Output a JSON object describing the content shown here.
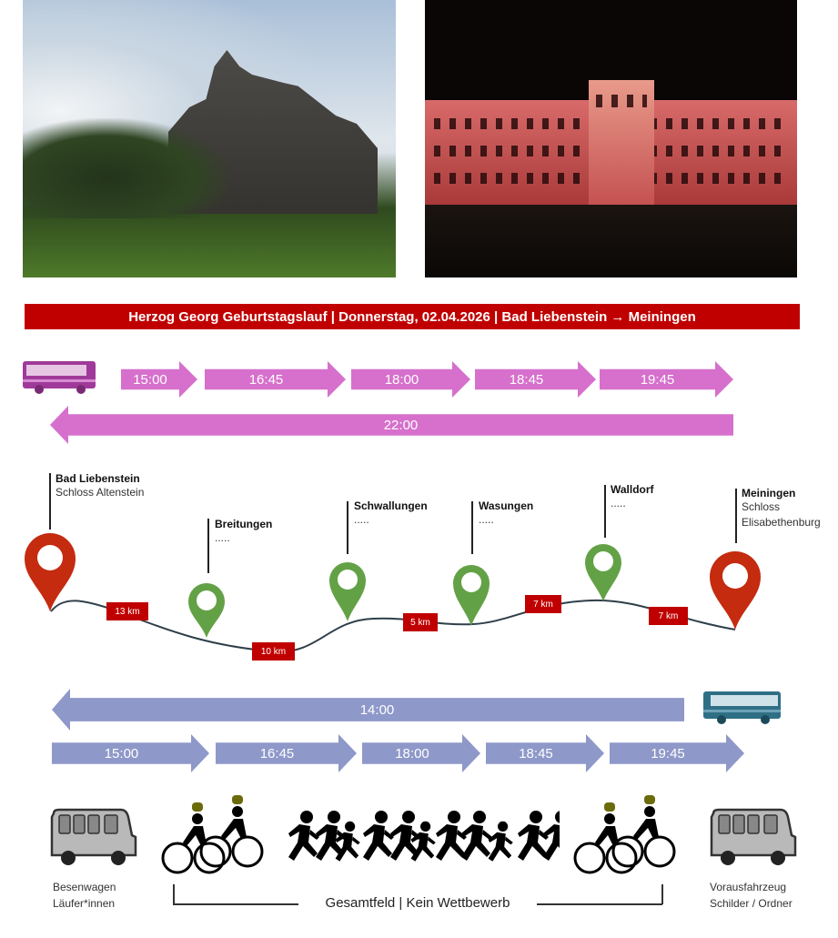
{
  "header": {
    "title": "Herzog Georg Geburtstagslauf | Donnerstag, 02.04.2026 | Bad Liebenstein → Meiningen"
  },
  "colors": {
    "title_bg": "#c00000",
    "pink": "#d670cc",
    "blue": "#8e98c9",
    "red_pin": "#c42b0f",
    "green_pin": "#63a146"
  },
  "bus_schedule_pink": {
    "icon": "bus-icon",
    "outbound": [
      "15:00",
      "16:45",
      "18:00",
      "18:45",
      "19:45"
    ],
    "return": "22:00"
  },
  "route": {
    "stops": [
      {
        "name": "Bad Liebenstein",
        "sub": "Schloss Altenstein",
        "type": "start"
      },
      {
        "name": "Breitungen",
        "sub": ".....",
        "type": "stop"
      },
      {
        "name": "Schwallungen",
        "sub": ".....",
        "type": "stop"
      },
      {
        "name": "Wasungen",
        "sub": ".....",
        "type": "stop"
      },
      {
        "name": "Walldorf",
        "sub": ".....",
        "type": "stop"
      },
      {
        "name": "Meiningen",
        "sub": "Schloss",
        "sub2": "Elisabethenburg",
        "type": "end"
      }
    ],
    "distances": [
      "13 km",
      "10 km",
      "5 km",
      "7 km",
      "7 km"
    ]
  },
  "bus_schedule_blue": {
    "icon": "bus-icon",
    "return": "14:00",
    "outbound": [
      "15:00",
      "16:45",
      "18:00",
      "18:45",
      "19:45"
    ]
  },
  "convoy": {
    "rear_vehicle": {
      "line1": "Besenwagen",
      "line2": "Läufer*innen"
    },
    "lead_vehicle": {
      "line1": "Vorausfahrzeug",
      "line2": "Schilder / Ordner"
    },
    "field_label": "Gesamtfeld | Kein Wettbewerb"
  }
}
